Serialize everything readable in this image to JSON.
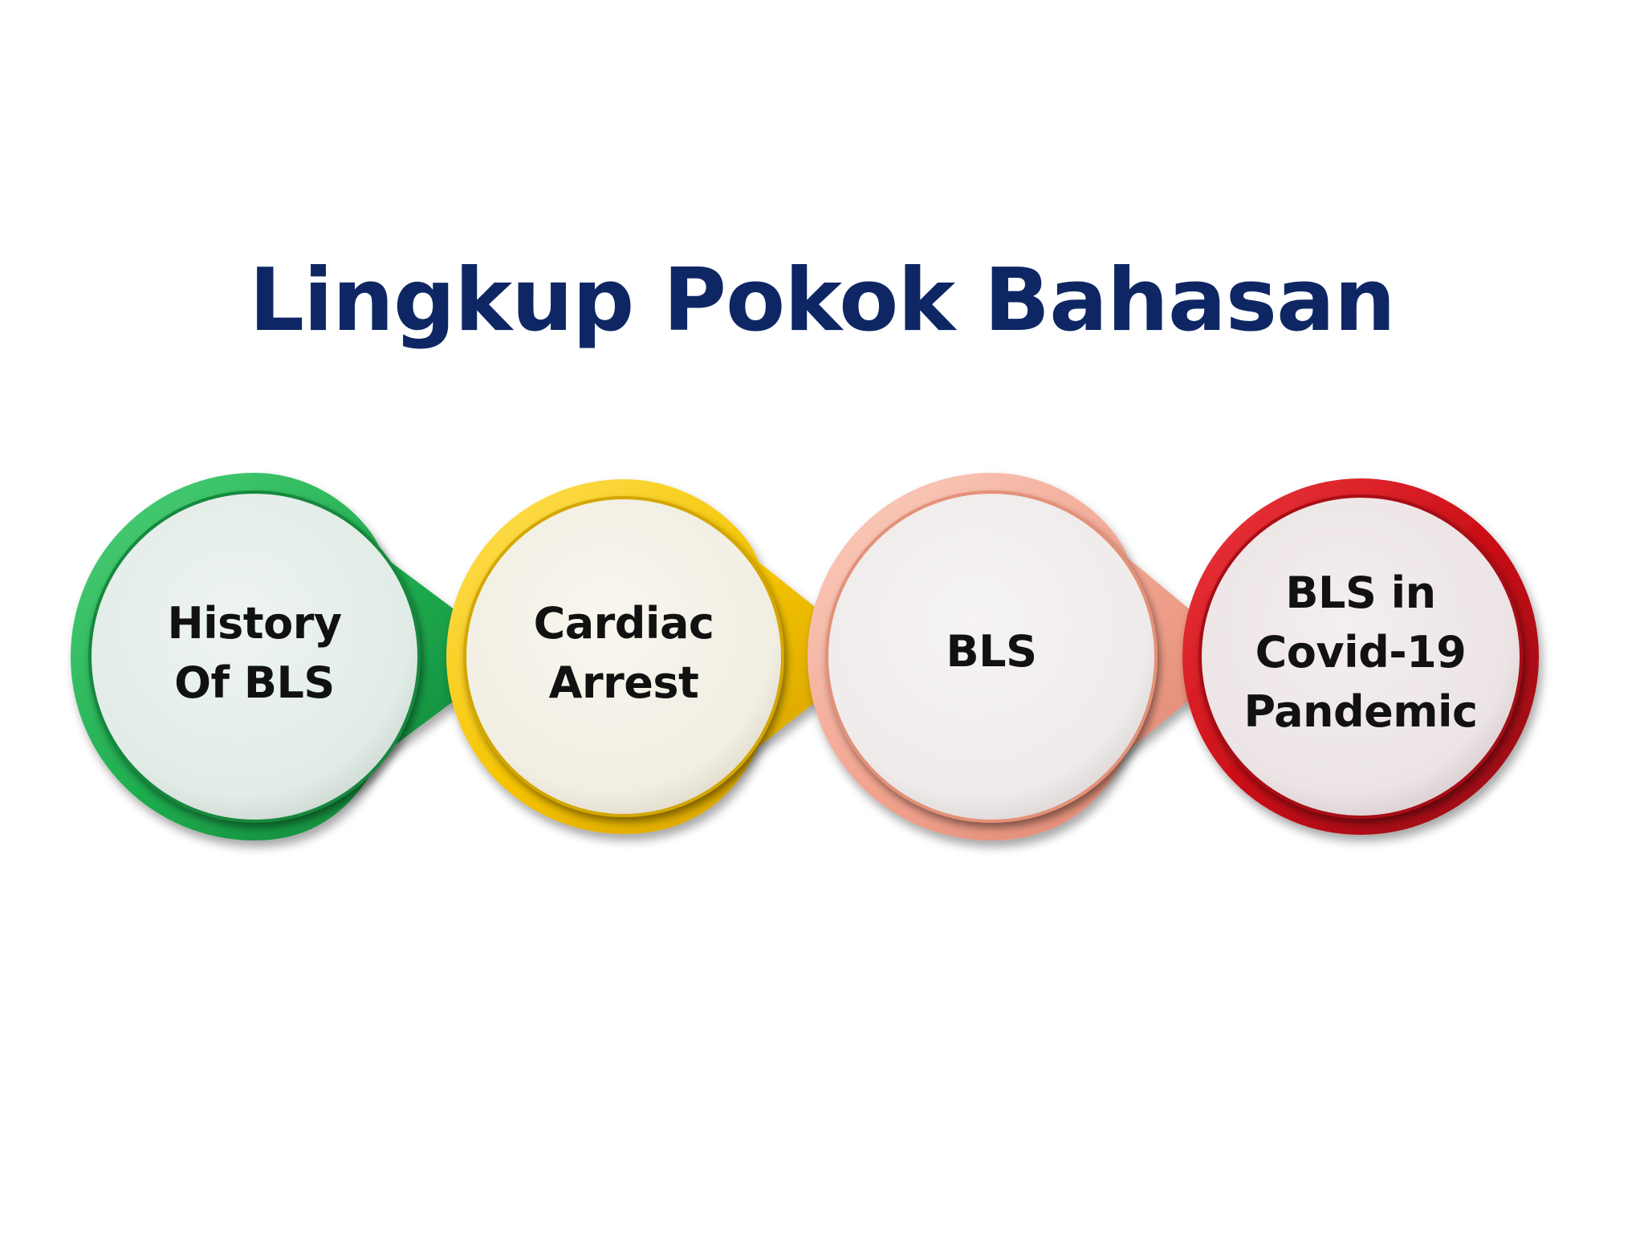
{
  "title": "Lingkup Pokok Bahasan",
  "colors": {
    "title": "#0e2764",
    "history": "#1fae4f",
    "cardiac": "#f5c400",
    "bls": "#f2a48f",
    "covid": "#cc0f17"
  },
  "nodes": [
    {
      "id": "history",
      "lines": [
        "History",
        "Of BLS"
      ]
    },
    {
      "id": "cardiac",
      "lines": [
        "Cardiac",
        "Arrest"
      ]
    },
    {
      "id": "bls",
      "lines": [
        "BLS"
      ]
    },
    {
      "id": "covid",
      "lines": [
        "BLS in",
        "Covid-19",
        "Pandemic"
      ]
    }
  ]
}
